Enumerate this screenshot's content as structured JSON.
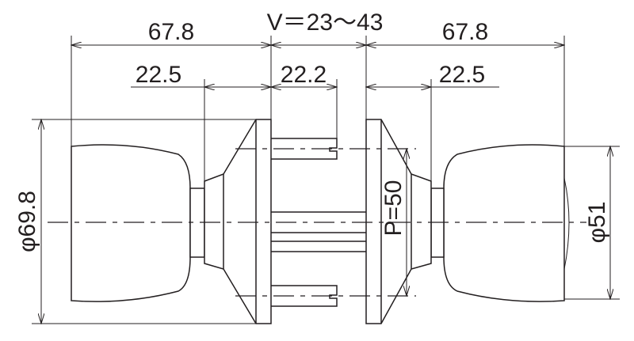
{
  "title": "Door knob lockset dimension drawing",
  "dimensions": {
    "left_overall": "67.8",
    "door_thickness": "V＝23～43",
    "right_overall": "67.8",
    "left_rose_to_knob": "22.5",
    "spindle_length": "22.2",
    "right_rose_to_knob": "22.5",
    "rose_diameter": "φ69.8",
    "knob_diameter": "φ51",
    "screw_pitch": "P=50"
  }
}
